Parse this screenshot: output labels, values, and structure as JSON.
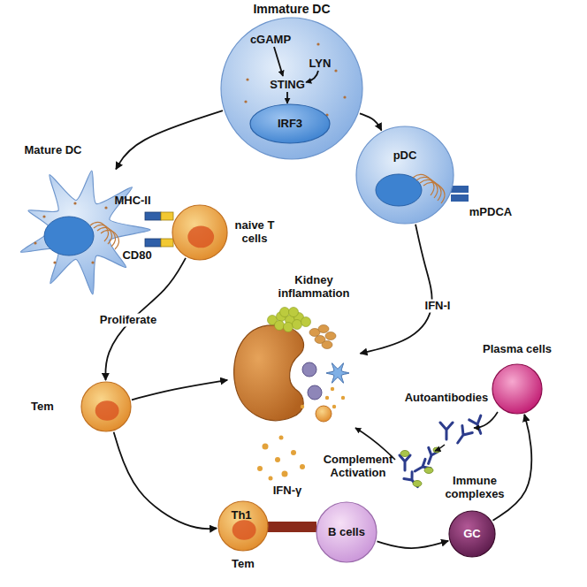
{
  "diagram": {
    "nodes": [
      {
        "text": [
          "Immature DC",
          "cGAMP",
          "LYN",
          "STING"
        ]
      },
      {
        "text": [
          "IRF3"
        ],
        "in": 0
      },
      {
        "text": [
          "Mature DC",
          "MHC-II",
          "CD80"
        ]
      },
      {
        "text": [
          "naive T cells"
        ]
      },
      {
        "text": [
          "pDC",
          "mPDCA"
        ]
      },
      {
        "text": [
          "Tem"
        ]
      },
      {
        "text": [
          "Kidney inflammation"
        ]
      },
      {
        "text": [
          "Plasma cells"
        ]
      },
      {
        "text": [
          "Th1",
          "Tem"
        ]
      },
      {
        "text": [
          "B cells"
        ]
      },
      {
        "text": [
          "GC"
        ]
      }
    ],
    "edges": [
      {
        "from": 0,
        "to": 2,
        "arrow": "to"
      },
      {
        "from": 0,
        "to": 4,
        "arrow": "to"
      },
      {
        "from": 3,
        "to": 5,
        "label": "Proliferate",
        "arrow": "to"
      },
      {
        "from": 4,
        "to": 6,
        "label": "IFN-I",
        "arrow": "to"
      },
      {
        "from": 5,
        "to": 6,
        "arrow": "to"
      },
      {
        "from": 5,
        "to": 8,
        "arrow": "to"
      },
      {
        "from": 9,
        "to": 10,
        "arrow": "to"
      },
      {
        "from": 10,
        "to": 7,
        "arrow": "to"
      }
    ],
    "labels": [
      "Autoantibodies",
      "Immune complexes",
      "Complement Activation",
      "IFN-γ"
    ]
  }
}
